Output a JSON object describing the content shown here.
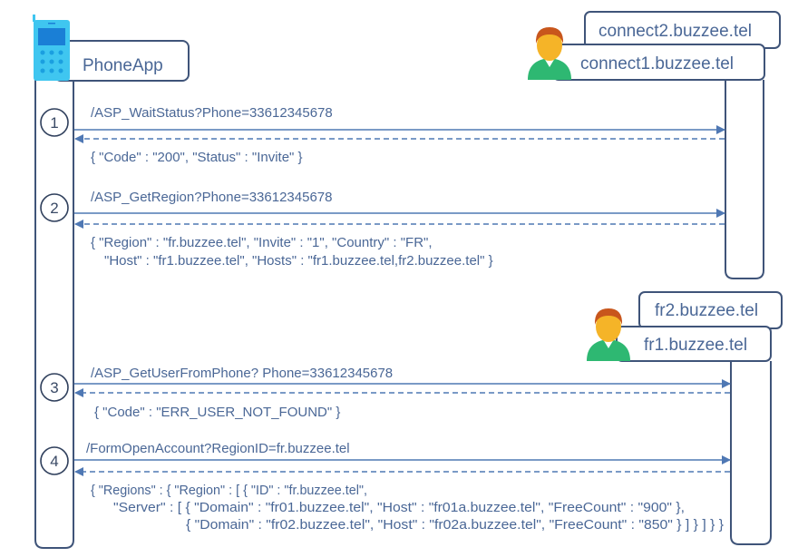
{
  "participants": {
    "phone": {
      "label": "PhoneApp",
      "icon": "mobile-phone-icon"
    },
    "connect_primary": {
      "label": "connect1.buzzee.tel",
      "icon": "user-icon"
    },
    "connect_secondary": {
      "label": "connect2.buzzee.tel"
    },
    "fr_primary": {
      "label": "fr1.buzzee.tel",
      "icon": "user-icon"
    },
    "fr_secondary": {
      "label": "fr2.buzzee.tel"
    }
  },
  "messages": [
    {
      "step": "1",
      "request": "/ASP_WaitStatus?Phone=33612345678",
      "response": [
        "{ \"Code\" : \"200\", \"Status\" : \"Invite\" }"
      ]
    },
    {
      "step": "2",
      "request": "/ASP_GetRegion?Phone=33612345678",
      "response": [
        "{ \"Region\" : \"fr.buzzee.tel\", \"Invite\" : \"1\", \"Country\" : \"FR\",",
        "\"Host\" : \"fr1.buzzee.tel\",  \"Hosts\" : \"fr1.buzzee.tel,fr2.buzzee.tel\" }"
      ]
    },
    {
      "step": "3",
      "request": "/ASP_GetUserFromPhone? Phone=33612345678",
      "response": [
        "{ \"Code\" : \"ERR_USER_NOT_FOUND\" }"
      ]
    },
    {
      "step": "4",
      "request": "/FormOpenAccount?RegionID=fr.buzzee.tel",
      "response": [
        "{ \"Regions\" : { \"Region\" : [ { \"ID\" : \"fr.buzzee.tel\",",
        "\"Server\" : [ { \"Domain\" : \"fr01.buzzee.tel\", \"Host\" : \"fr01a.buzzee.tel\", \"FreeCount\" : \"900\" },",
        "{ \"Domain\" : \"fr02.buzzee.tel\", \"Host\" : \"fr02a.buzzee.tel\", \"FreeCount\" : \"850\" } ] }  ] } }"
      ]
    }
  ],
  "colors": {
    "line": "#4f78b4",
    "text": "#4a6796",
    "phone": "#3fc6f0",
    "person_shirt": "#2eb872",
    "person_face": "#f5b428",
    "person_hair": "#c8561c"
  }
}
